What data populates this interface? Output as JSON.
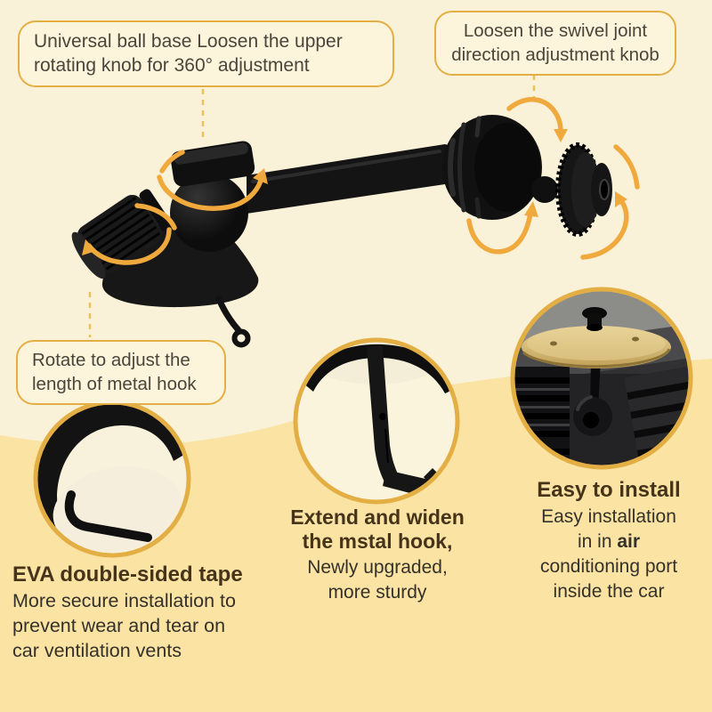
{
  "page": {
    "kind": "product-infographic",
    "product": "car dashboard phone mount arm"
  },
  "colors": {
    "bg-top": "#FAF2D8",
    "bg-bottom": "#FBE3A4",
    "gold": "#E3AF45",
    "gold-line": "#E8C35C",
    "arrow": "#F0A93C",
    "bubble-fill": "#FCF5DB",
    "heading": "#46341A",
    "body-text": "#34312A",
    "bubble-text": "#4A453B",
    "product-black": "#141414",
    "disc-gold": "#D9BE7E"
  },
  "icons": {
    "rotation_arrow": "curved-orange-rotation-arrow",
    "callout_connector": "dashed-gold-line"
  },
  "callouts": {
    "universal": {
      "line1": "Universal ball base Loosen the upper",
      "line2": "rotating knob for 360° adjustment"
    },
    "swivel": {
      "line1": "Loosen the swivel joint",
      "line2": "direction adjustment knob"
    },
    "hook": {
      "line1": "Rotate to adjust the",
      "line2": "length of metal hook"
    }
  },
  "features": {
    "eva": {
      "title": "EVA double-sided tape",
      "line1": "More secure installation to",
      "line2": "prevent wear and tear on",
      "line3": "car ventilation vents"
    },
    "hook": {
      "title_line1": "Extend and widen",
      "title_line2": "the mstal hook,",
      "line1": "Newly upgraded,",
      "line2": "more sturdy"
    },
    "install": {
      "title": "Easy to install",
      "line1": "Easy installation",
      "line2_pre": "in in ",
      "line2_bold": "air",
      "line3": "conditioning port",
      "line4": "inside the car"
    }
  }
}
